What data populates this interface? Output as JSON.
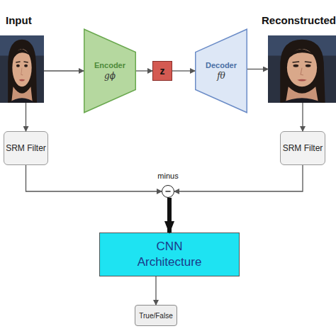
{
  "diagram": {
    "nodes": [
      {
        "text": [
          "Input"
        ]
      },
      {
        "text": [
          "Encoder",
          "gϕ"
        ]
      },
      {
        "text": [
          "z"
        ]
      },
      {
        "text": [
          "Decoder",
          "fθ"
        ]
      },
      {
        "text": [
          "Reconstructed"
        ]
      },
      {
        "text": [
          "SRM Filter"
        ]
      },
      {
        "text": [
          "SRM Filter"
        ]
      },
      {
        "text": [
          "minus"
        ]
      },
      {
        "text": [
          "CNN Architecture"
        ]
      },
      {
        "text": [
          "True/False"
        ]
      }
    ],
    "edges": [
      {
        "from": 0,
        "to": 1,
        "arrow": "to"
      },
      {
        "from": 1,
        "to": 2,
        "arrow": "to"
      },
      {
        "from": 2,
        "to": 3,
        "arrow": "to"
      },
      {
        "from": 3,
        "to": 4,
        "arrow": "to"
      },
      {
        "from": 0,
        "to": 5,
        "arrow": "to"
      },
      {
        "from": 4,
        "to": 6,
        "arrow": "to"
      },
      {
        "from": 5,
        "to": 7,
        "arrow": "to"
      },
      {
        "from": 6,
        "to": 7,
        "arrow": "to"
      },
      {
        "from": 7,
        "to": 8,
        "arrow": "to"
      },
      {
        "from": 8,
        "to": 9,
        "arrow": "to"
      }
    ]
  }
}
